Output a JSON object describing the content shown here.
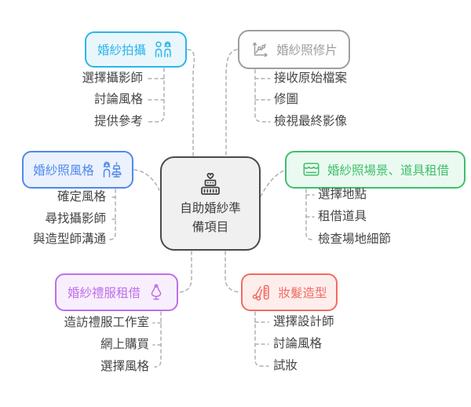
{
  "central": {
    "label": "自助婚紗準備項目",
    "icon": "wedding-cake-icon",
    "border_color": "#4A4A4A",
    "bg_color": "#F0F0F1",
    "text_color": "#3E3E3E"
  },
  "branches": [
    {
      "label": "婚紗拍攝",
      "icon": "couple-icon",
      "color": "#2DB5E9",
      "bg": "#E9F7FD",
      "items": [
        "選擇攝影師",
        "討論風格",
        "提供參考"
      ]
    },
    {
      "label": "婚紗照修片",
      "icon": "line-chart-icon",
      "color": "#9E9E9E",
      "bg": "#FEFEFE",
      "items": [
        "接收原始檔案",
        "修圖",
        "檢視最終影像"
      ]
    },
    {
      "label": "婚紗照風格",
      "icon": "bride-cake-icon",
      "color": "#5088EC",
      "bg": "#EBF2FD",
      "items": [
        "確定風格",
        "尋找攝影師",
        "與造型師溝通"
      ]
    },
    {
      "label": "婚紗照場景、道具租借",
      "icon": "stage-curtain-icon",
      "color": "#3FBF6C",
      "bg": "#EBFAF1",
      "items": [
        "選擇地點",
        "租借道具",
        "檢查場地細節"
      ]
    },
    {
      "label": "婚紗禮服租借",
      "icon": "wedding-dress-icon",
      "color": "#BF6EE9",
      "bg": "#F8EFFD",
      "items": [
        "造訪禮服工作室",
        "網上購買",
        "選擇風格"
      ]
    },
    {
      "label": "妝髮造型",
      "icon": "scissors-comb-icon",
      "color": "#F26B61",
      "bg": "#FDEEEC",
      "items": [
        "選擇設計師",
        "討論風格",
        "試妝"
      ]
    }
  ],
  "colors": {
    "connector": "#B0B0B0",
    "item_text": "#454545"
  }
}
